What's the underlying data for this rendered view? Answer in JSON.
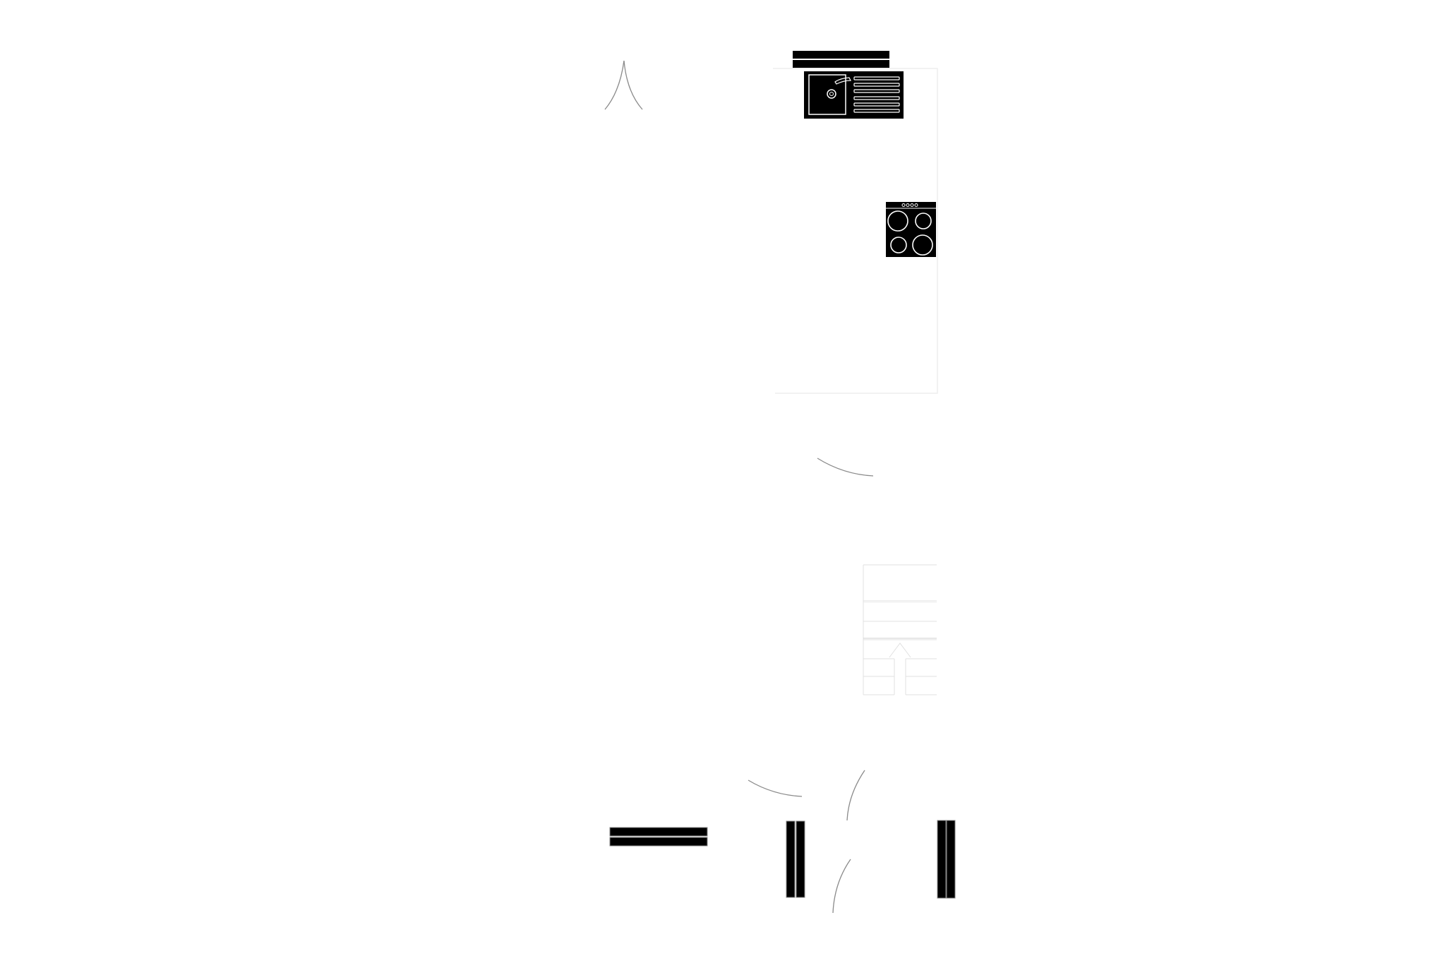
{
  "plan": {
    "fixtures": [
      "window-top",
      "kitchen-counter",
      "sink",
      "stove",
      "staircase",
      "window-left",
      "window-bottom-left",
      "window-bottom-right"
    ],
    "doors": 5,
    "stove_knobs": 4,
    "stove_burners": 4,
    "sink_drainer_grooves": 6
  },
  "colors": {
    "background": "#ffffff",
    "fixture_fill": "#000000",
    "fixture_line": "#ffffff",
    "door_arc": "#8a8a8a",
    "outline": "#e6e6e6"
  }
}
